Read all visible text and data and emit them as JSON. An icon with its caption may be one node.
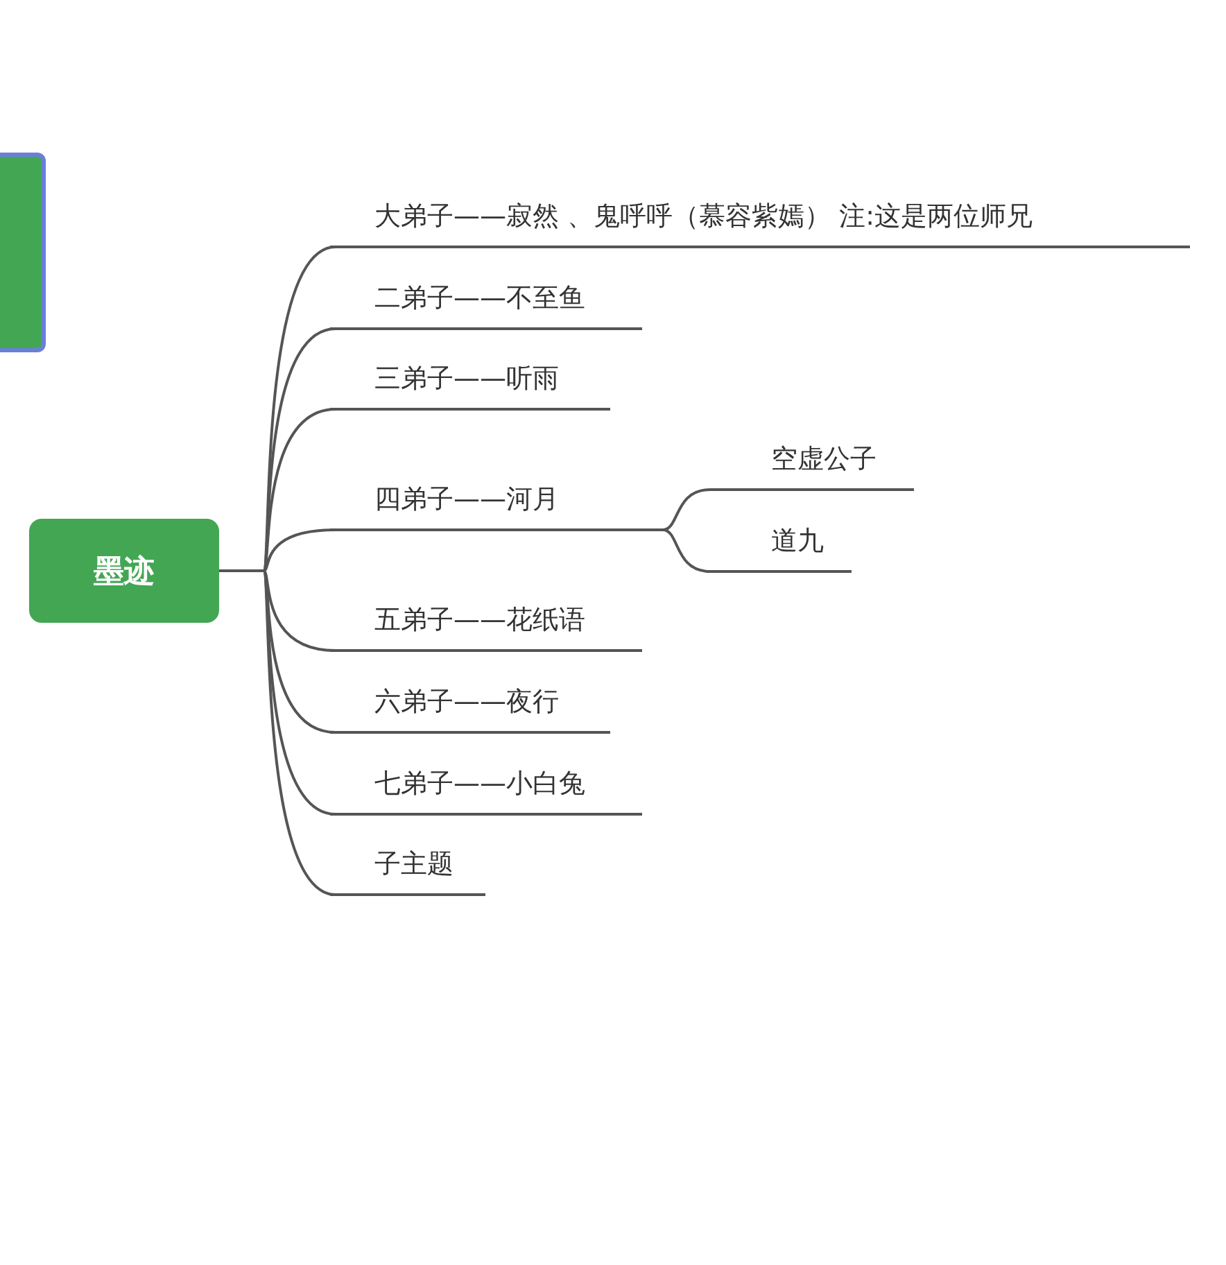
{
  "diagram": {
    "nodes": [
      {
        "text": [],
        "shape": "box"
      },
      {
        "text": [
          "墨迹"
        ]
      },
      {
        "text": [
          "大弟子——寂然 、鬼呼呼（慕容紫嫣） 注:这是两位师兄"
        ]
      },
      {
        "text": [
          "二弟子——不至鱼"
        ]
      },
      {
        "text": [
          "三弟子——听雨"
        ]
      },
      {
        "text": [
          "四弟子——河月"
        ]
      },
      {
        "text": [
          "五弟子——花纸语"
        ]
      },
      {
        "text": [
          "六弟子——夜行"
        ]
      },
      {
        "text": [
          "七弟子——小白兔"
        ]
      },
      {
        "text": [
          "子主题"
        ]
      },
      {
        "text": [
          "空虚公子"
        ]
      },
      {
        "text": [
          "道九"
        ]
      }
    ],
    "edges": [
      {
        "from": 1,
        "to": 2,
        "arrow": "none"
      },
      {
        "from": 1,
        "to": 3,
        "arrow": "none"
      },
      {
        "from": 1,
        "to": 4,
        "arrow": "none"
      },
      {
        "from": 1,
        "to": 5,
        "arrow": "none"
      },
      {
        "from": 1,
        "to": 6,
        "arrow": "none"
      },
      {
        "from": 1,
        "to": 7,
        "arrow": "none"
      },
      {
        "from": 1,
        "to": 8,
        "arrow": "none"
      },
      {
        "from": 1,
        "to": 9,
        "arrow": "none"
      },
      {
        "from": 5,
        "to": 10,
        "arrow": "none"
      },
      {
        "from": 5,
        "to": 11,
        "arrow": "none"
      }
    ]
  }
}
